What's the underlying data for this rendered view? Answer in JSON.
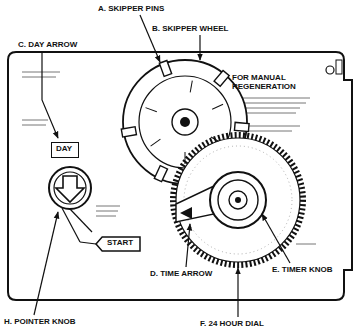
{
  "diagram": {
    "nodes": [
      {
        "text": [
          "DAY"
        ]
      },
      {
        "text": [
          "START"
        ]
      }
    ],
    "labels": [
      "A. SKIPPER PINS",
      "B. SKIPPER WHEEL",
      "C. DAY ARROW",
      "FOR MANUAL REGENERATION",
      "D. TIME ARROW",
      "E. TIMER KNOB",
      "F. 24 HOUR DIAL",
      "H. POINTER KNOB"
    ]
  }
}
